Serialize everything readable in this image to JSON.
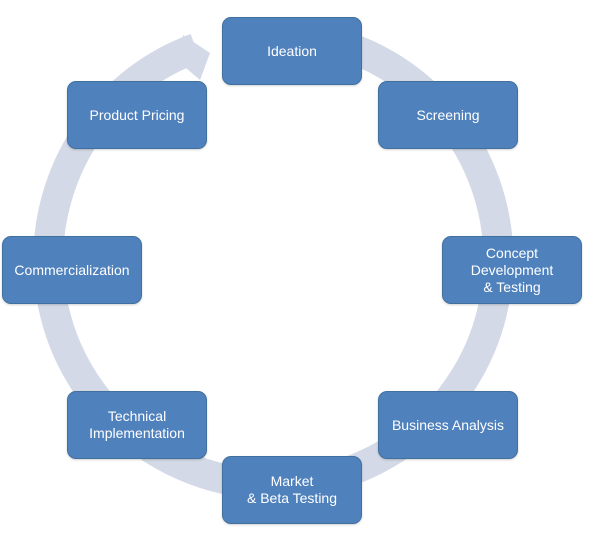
{
  "diagram": {
    "type": "cycle",
    "colors": {
      "node_fill": "#4f81bd",
      "node_border": "#41709e",
      "node_text": "#ffffff",
      "ring": "#d3d9e6"
    },
    "steps": [
      {
        "id": "ideation",
        "label": "Ideation"
      },
      {
        "id": "screening",
        "label": "Screening"
      },
      {
        "id": "concept",
        "label": "Concept\nDevelopment\n& Testing"
      },
      {
        "id": "business",
        "label": "Business Analysis"
      },
      {
        "id": "market",
        "label": "Market\n& Beta Testing"
      },
      {
        "id": "technical",
        "label": "Technical\nImplementation"
      },
      {
        "id": "commercialization",
        "label": "Commercialization"
      },
      {
        "id": "pricing",
        "label": "Product  Pricing"
      }
    ]
  }
}
